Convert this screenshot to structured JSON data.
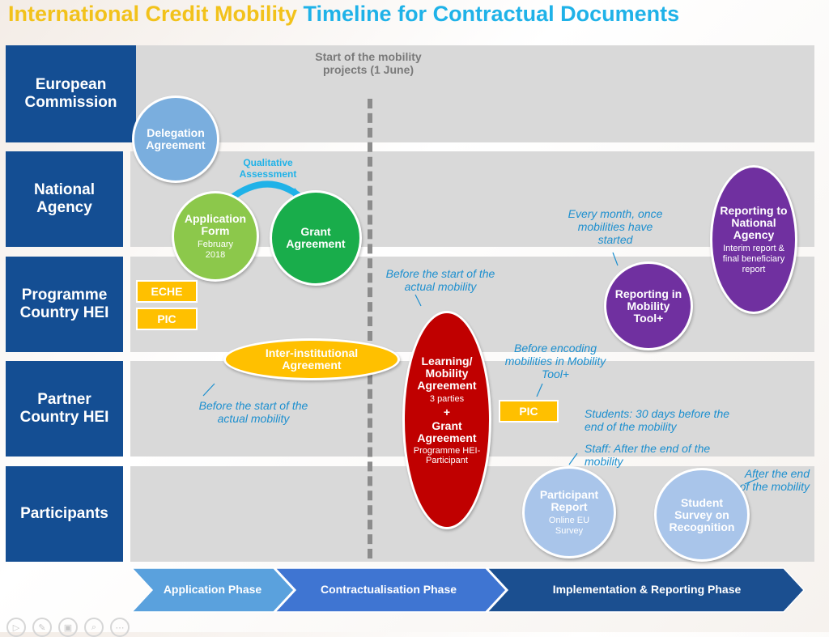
{
  "title": {
    "part1": "International Credit Mobility",
    "part2": "Timeline for Contractual Documents"
  },
  "rows": [
    {
      "label": "European Commission"
    },
    {
      "label": "National Agency"
    },
    {
      "label": "Programme Country HEI"
    },
    {
      "label": "Partner Country HEI"
    },
    {
      "label": "Participants"
    }
  ],
  "start_marker": "Start of the mobility projects (1 June)",
  "nodes": {
    "delegation": {
      "title": "Delegation Agreement"
    },
    "application": {
      "title": "Application Form",
      "sub": "February 2018"
    },
    "grant": {
      "title": "Grant Agreement"
    },
    "qualitative": "Qualitative Assessment",
    "inter": {
      "title": "Inter-institutional Agreement"
    },
    "learning": {
      "title": "Learning/ Mobility Agreement",
      "parties": "3 parties",
      "plus": "+",
      "title2": "Grant Agreement",
      "sub": "Programme HEI-Participant"
    },
    "reporting_mt": {
      "title": "Reporting in Mobility Tool+"
    },
    "reporting_na": {
      "title": "Reporting to National Agency",
      "sub": "Interim report & final beneficiary report"
    },
    "participant_report": {
      "title": "Participant Report",
      "sub": "Online EU Survey"
    },
    "student_survey": {
      "title": "Student Survey on Recognition"
    }
  },
  "tags": {
    "eche": "ECHE",
    "pic1": "PIC",
    "pic2": "PIC"
  },
  "notes": {
    "before_start_top": "Before the start of the actual mobility",
    "before_start_bottom": "Before the start of the actual mobility",
    "every_month": "Every month, once mobilities have started",
    "before_encoding": "Before encoding mobilities in Mobility Tool+",
    "students": "Students: 30 days before the end of the mobility",
    "staff": "Staff: After the end of the mobility",
    "after_end": "After the end of the mobility"
  },
  "phases": [
    "Application Phase",
    "Contractualisation Phase",
    "Implementation & Reporting Phase"
  ],
  "colors": {
    "row_label": "#144e93",
    "band": "#d9d9d9",
    "title1": "#f2c21b",
    "title2": "#1fb2e8",
    "note": "#1c8fcf",
    "light_blue": "#7aaede",
    "green_light": "#8cc84b",
    "green": "#19ad4b",
    "purple": "#7030a0",
    "red": "#c00000",
    "yellow": "#ffc000",
    "pale_blue": "#a9c5ea",
    "phase1": "#5aa1dd",
    "phase2": "#3f75d2",
    "phase3": "#1b4f90"
  },
  "toolbar_icons": [
    "play-icon",
    "pen-icon",
    "screen-icon",
    "zoom-icon",
    "more-icon"
  ]
}
